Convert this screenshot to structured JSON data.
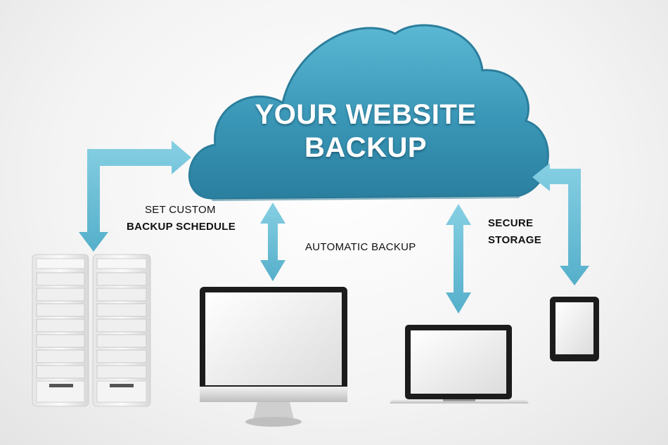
{
  "cloud": {
    "title_line1": "YOUR WEBSITE",
    "title_line2": "BACKUP"
  },
  "labels": {
    "schedule_line1": "SET CUSTOM",
    "schedule_line2": "BACKUP SCHEDULE",
    "automatic": "AUTOMATIC BACKUP",
    "secure_line1": "SECURE",
    "secure_line2": "STORAGE"
  },
  "colors": {
    "cloud": "#3e9ab8",
    "arrow": "#6cc0d8",
    "text": "#111111"
  },
  "devices": [
    "servers-icon",
    "desktop-monitor-icon",
    "laptop-icon",
    "tablet-icon"
  ]
}
